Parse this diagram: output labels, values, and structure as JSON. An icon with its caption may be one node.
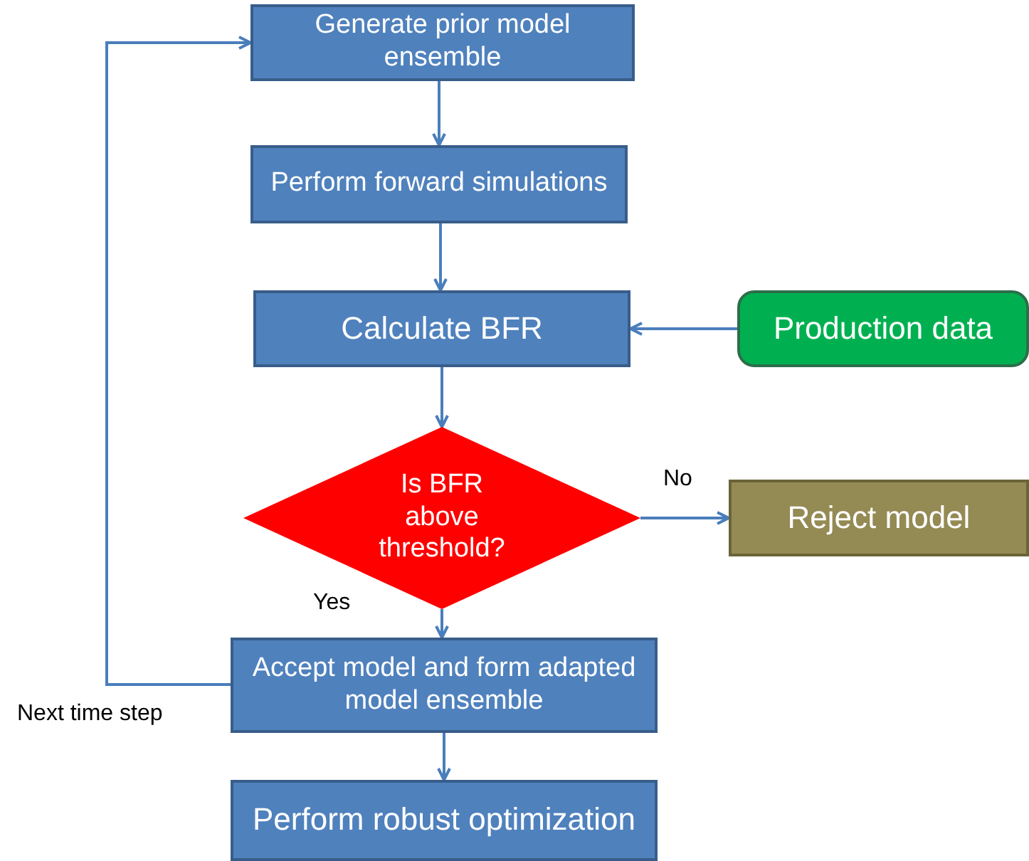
{
  "diagram": {
    "nodes": [
      {
        "text": [
          "Generate prior model ensemble"
        ]
      },
      {
        "text": [
          "Perform forward simulations"
        ]
      },
      {
        "text": [
          "Calculate BFR"
        ]
      },
      {
        "text": [
          "Production data"
        ]
      },
      {
        "text": [
          "Is BFR above threshold?"
        ]
      },
      {
        "text": [
          "Reject model"
        ]
      },
      {
        "text": [
          "Accept model and form adapted model ensemble"
        ]
      },
      {
        "text": [
          "Perform robust optimization"
        ]
      }
    ],
    "edges": [
      {
        "from": 0,
        "to": 1,
        "arrow": "to"
      },
      {
        "from": 1,
        "to": 2,
        "arrow": "to"
      },
      {
        "from": 3,
        "to": 2,
        "arrow": "to"
      },
      {
        "from": 2,
        "to": 4,
        "arrow": "to"
      },
      {
        "from": 4,
        "to": 5,
        "arrow": "to",
        "label": "No"
      },
      {
        "from": 4,
        "to": 6,
        "arrow": "to",
        "label": "Yes"
      },
      {
        "from": 6,
        "to": 0,
        "arrow": "to",
        "label": "Next time step"
      },
      {
        "from": 6,
        "to": 7,
        "arrow": "to"
      }
    ]
  }
}
